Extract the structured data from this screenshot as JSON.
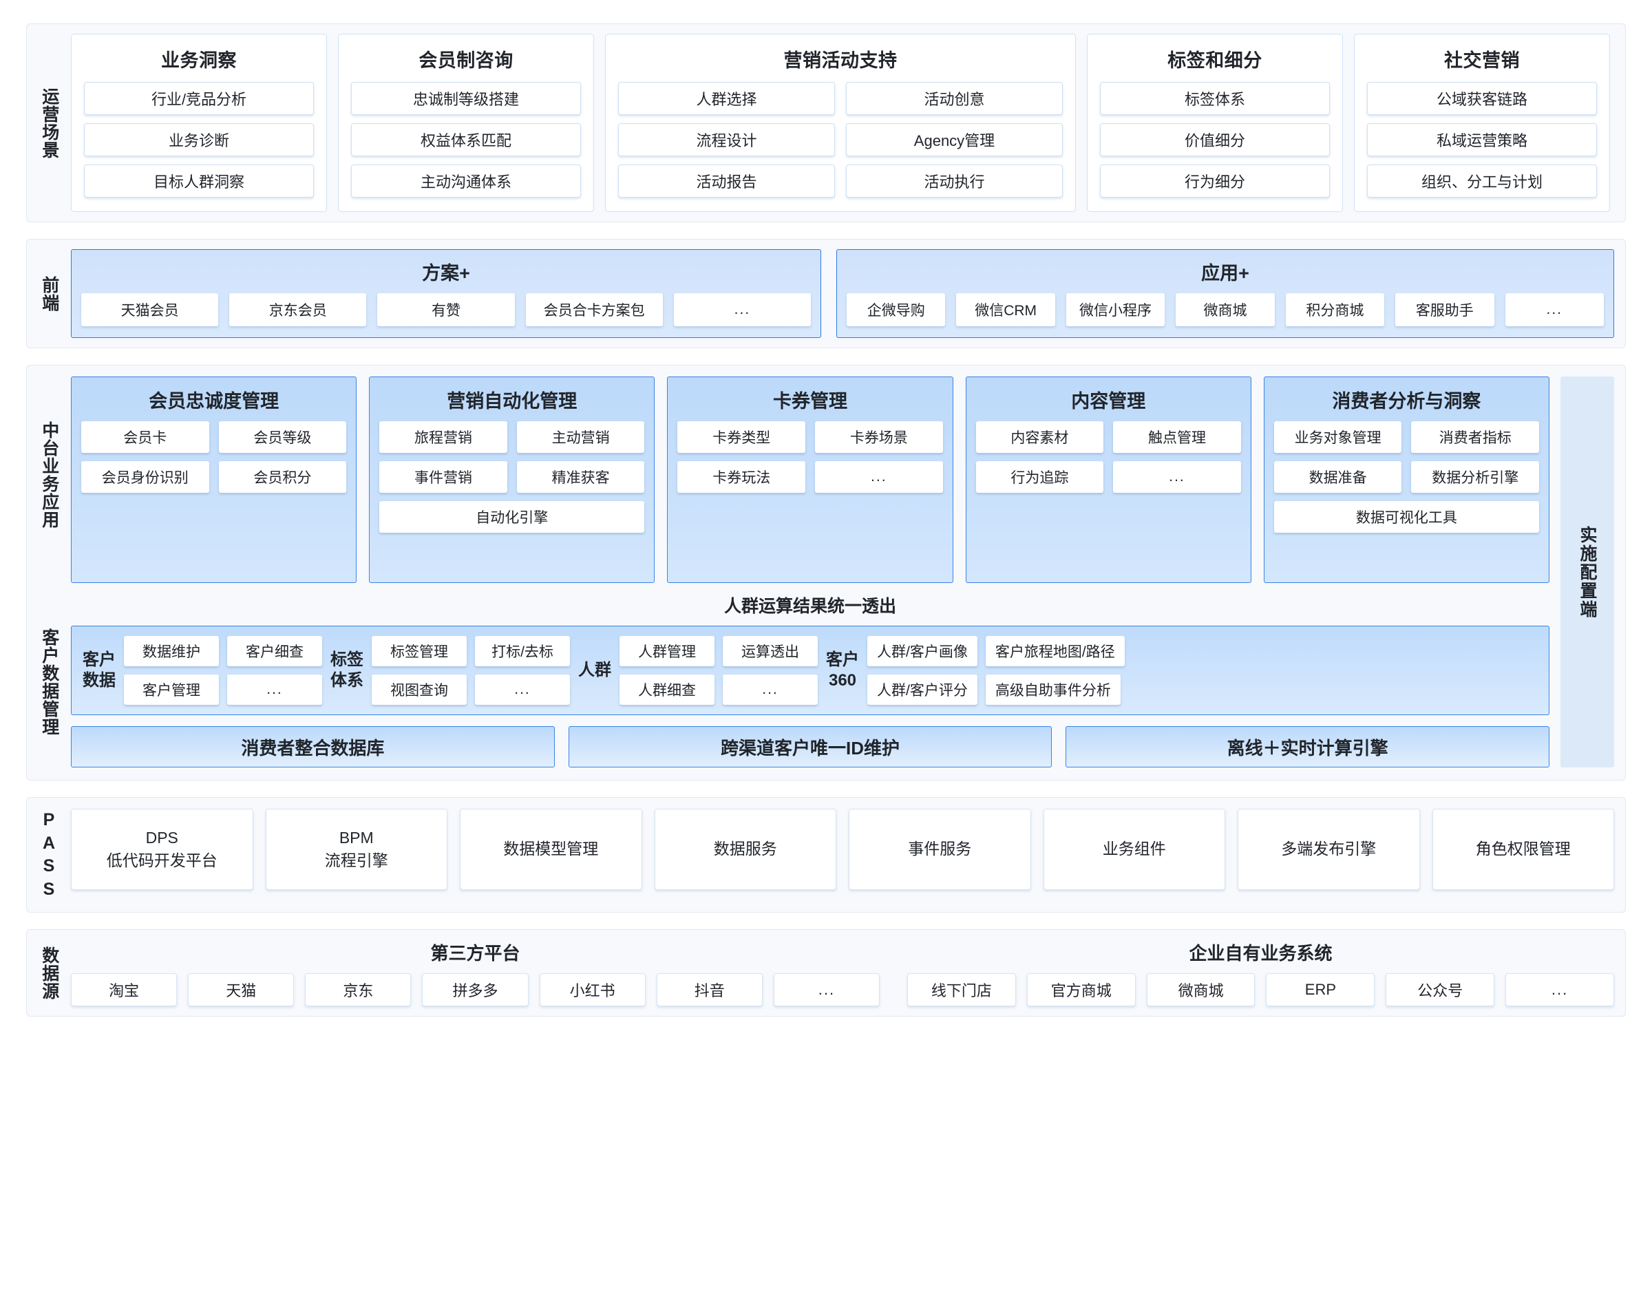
{
  "rows": {
    "operating_scenarios": {
      "label": "运营场景",
      "groups": [
        {
          "title": "业务洞察",
          "items": [
            [
              "行业/竞品分析"
            ],
            [
              "业务诊断"
            ],
            [
              "目标人群洞察"
            ]
          ]
        },
        {
          "title": "会员制咨询",
          "items": [
            [
              "忠诚制等级搭建"
            ],
            [
              "权益体系匹配"
            ],
            [
              "主动沟通体系"
            ]
          ]
        },
        {
          "title": "营销活动支持",
          "items": [
            [
              "人群选择",
              "活动创意"
            ],
            [
              "流程设计",
              "Agency管理"
            ],
            [
              "活动报告",
              "活动执行"
            ]
          ]
        },
        {
          "title": "标签和细分",
          "items": [
            [
              "标签体系"
            ],
            [
              "价值细分"
            ],
            [
              "行为细分"
            ]
          ]
        },
        {
          "title": "社交营销",
          "items": [
            [
              "公域获客链路"
            ],
            [
              "私域运营策略"
            ],
            [
              "组织、分工与计划"
            ]
          ]
        }
      ]
    },
    "frontend": {
      "label": "前端",
      "groups": [
        {
          "title": "方案+",
          "items": [
            "天猫会员",
            "京东会员",
            "有赞",
            "会员合卡方案包",
            "..."
          ]
        },
        {
          "title": "应用+",
          "items": [
            "企微导购",
            "微信CRM",
            "微信小程序",
            "微商城",
            "积分商城",
            "客服助手",
            "..."
          ]
        }
      ]
    },
    "middle_platform": {
      "label": "中台业务应用",
      "cards": [
        {
          "title": "会员忠诚度管理",
          "rows": [
            [
              "会员卡",
              "会员等级"
            ],
            [
              "会员身份识别",
              "会员积分"
            ]
          ]
        },
        {
          "title": "营销自动化管理",
          "rows": [
            [
              "旅程营销",
              "主动营销"
            ],
            [
              "事件营销",
              "精准获客"
            ],
            [
              "自动化引擎"
            ]
          ]
        },
        {
          "title": "卡券管理",
          "rows": [
            [
              "卡券类型",
              "卡券场景"
            ],
            [
              "卡券玩法",
              "..."
            ]
          ]
        },
        {
          "title": "内容管理",
          "rows": [
            [
              "内容素材",
              "触点管理"
            ],
            [
              "行为追踪",
              "..."
            ]
          ]
        },
        {
          "title": "消费者分析与洞察",
          "rows": [
            [
              "业务对象管理",
              "消费者指标"
            ],
            [
              "数据准备",
              "数据分析引擎"
            ],
            [
              "数据可视化工具"
            ]
          ]
        }
      ],
      "caption": "人群运算结果统一透出"
    },
    "customer_data": {
      "label": "客户数据管理",
      "groups": [
        {
          "name": "客户\n数据",
          "rows": [
            [
              "数据维护",
              "客户细查"
            ],
            [
              "客户管理",
              "..."
            ]
          ]
        },
        {
          "name": "标签\n体系",
          "rows": [
            [
              "标签管理",
              "打标/去标"
            ],
            [
              "视图查询",
              "..."
            ]
          ]
        },
        {
          "name": "人群",
          "rows": [
            [
              "人群管理",
              "运算透出"
            ],
            [
              "人群细查",
              "..."
            ]
          ]
        },
        {
          "name": "客户\n360",
          "rows": [
            [
              "人群/客户画像",
              "客户旅程地图/路径"
            ],
            [
              "人群/客户评分",
              "高级自助事件分析"
            ]
          ]
        }
      ],
      "foundation": [
        "消费者整合数据库",
        "跨渠道客户唯一ID维护",
        "离线＋实时计算引擎"
      ]
    },
    "implementation_rail": {
      "label": "实施配置端"
    },
    "pass": {
      "label": "PASS",
      "cards": [
        {
          "line1": "DPS",
          "line2": "低代码开发平台"
        },
        {
          "line1": "BPM",
          "line2": "流程引擎"
        },
        {
          "line1": "数据模型管理",
          "line2": ""
        },
        {
          "line1": "数据服务",
          "line2": ""
        },
        {
          "line1": "事件服务",
          "line2": ""
        },
        {
          "line1": "业务组件",
          "line2": ""
        },
        {
          "line1": "多端发布引擎",
          "line2": ""
        },
        {
          "line1": "角色权限管理",
          "line2": ""
        }
      ]
    },
    "data_sources": {
      "label": "数据源",
      "groups": [
        {
          "title": "第三方平台",
          "items": [
            "淘宝",
            "天猫",
            "京东",
            "拼多多",
            "小红书",
            "抖音",
            "..."
          ]
        },
        {
          "title": "企业自有业务系统",
          "items": [
            "线下门店",
            "官方商城",
            "微商城",
            "ERP",
            "公众号",
            "..."
          ]
        }
      ]
    }
  },
  "colors": {
    "band_bg": "#f7f9fc",
    "band_border": "#e3e8ef",
    "accent_blue": "#2f7ae5",
    "card_border": "#cfe0f5",
    "rail_bg": "#dce9f8"
  }
}
